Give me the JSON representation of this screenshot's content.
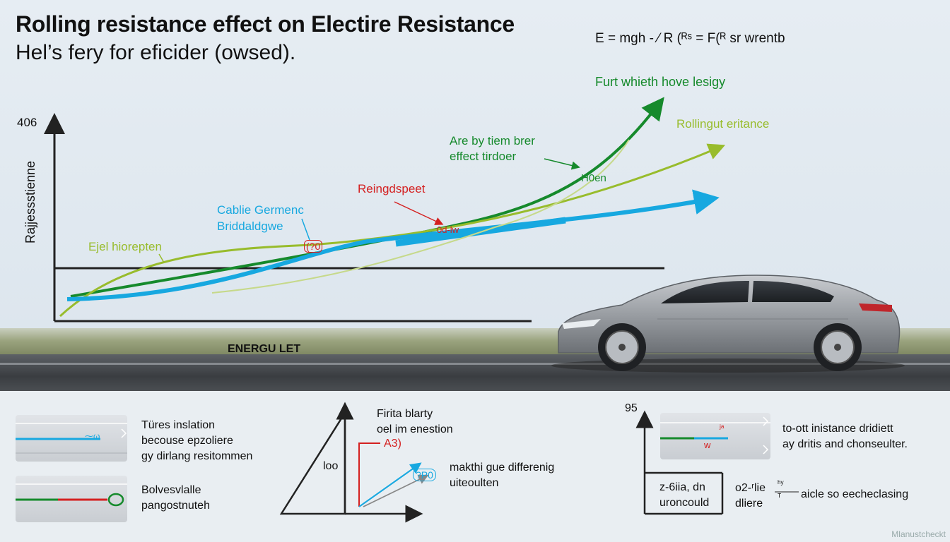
{
  "header": {
    "title": "Rolling resistance effect on Electire Resistance",
    "subtitle": "Hel’s fery for eficider (owsed).",
    "formula": "E = mgh - ⁄ R (ᴿˢ = F(ᴿ sr wrentb"
  },
  "main_chart": {
    "y_axis_label": "Rajjessstienne",
    "y_tick_top": "406",
    "x_axis_label": "ENERGU LET",
    "annotations": {
      "green_top": "Furt whieth hove lesigy",
      "lime_right": "Rollingut eritance",
      "green_mid_line1": "Are by tiem brer",
      "green_mid_line2": "effect tirdoer",
      "hoen": "H0en",
      "red": "Reingdspeet",
      "blue_line1": "Cablie Germenc",
      "blue_line2": "Briddaldgwe",
      "lime_left": "Ejel hiorepten",
      "marker_left": "(?0",
      "marker_right": "0d-lw"
    },
    "colors": {
      "green": "#168a2c",
      "lime": "#98bc2c",
      "blue": "#17a8e0",
      "red": "#d42020",
      "axis": "#222222"
    }
  },
  "panels_left": [
    {
      "line1": "Türes inslation",
      "line2": "becouse epzoliere",
      "line3": "gy dirlang resitommen",
      "badge": "⁓ω"
    },
    {
      "line1": "Bolvesvlalle",
      "line2": "pangostnuteh"
    }
  ],
  "middle_diagram": {
    "label_line1": "Firita blarty",
    "label_line2": "oel im enestion",
    "red_label": "A3)",
    "loo": "loo",
    "blue_label": "?P0",
    "note_line1": "makthi gue differenig",
    "note_line2": "uiteoulten"
  },
  "right_section": {
    "tick": "95",
    "panel_marks": {
      "red_top": "ʲᵃ",
      "red_bottom": "w"
    },
    "text_line1": "to-ott inistance dridiett",
    "text_line2": "ay dritis and chonseulter.",
    "box_line1": "z-6iia, dn",
    "box_line2": "uroncould",
    "fraction_left_line1": "o2-ʳlie",
    "fraction_left_line2": "dliere",
    "fraction_top": "ʰʸ",
    "fraction_bottom": "ᵀ",
    "fraction_right": "aicle so eecheclasing"
  },
  "watermark": "Mlanustcheckt"
}
